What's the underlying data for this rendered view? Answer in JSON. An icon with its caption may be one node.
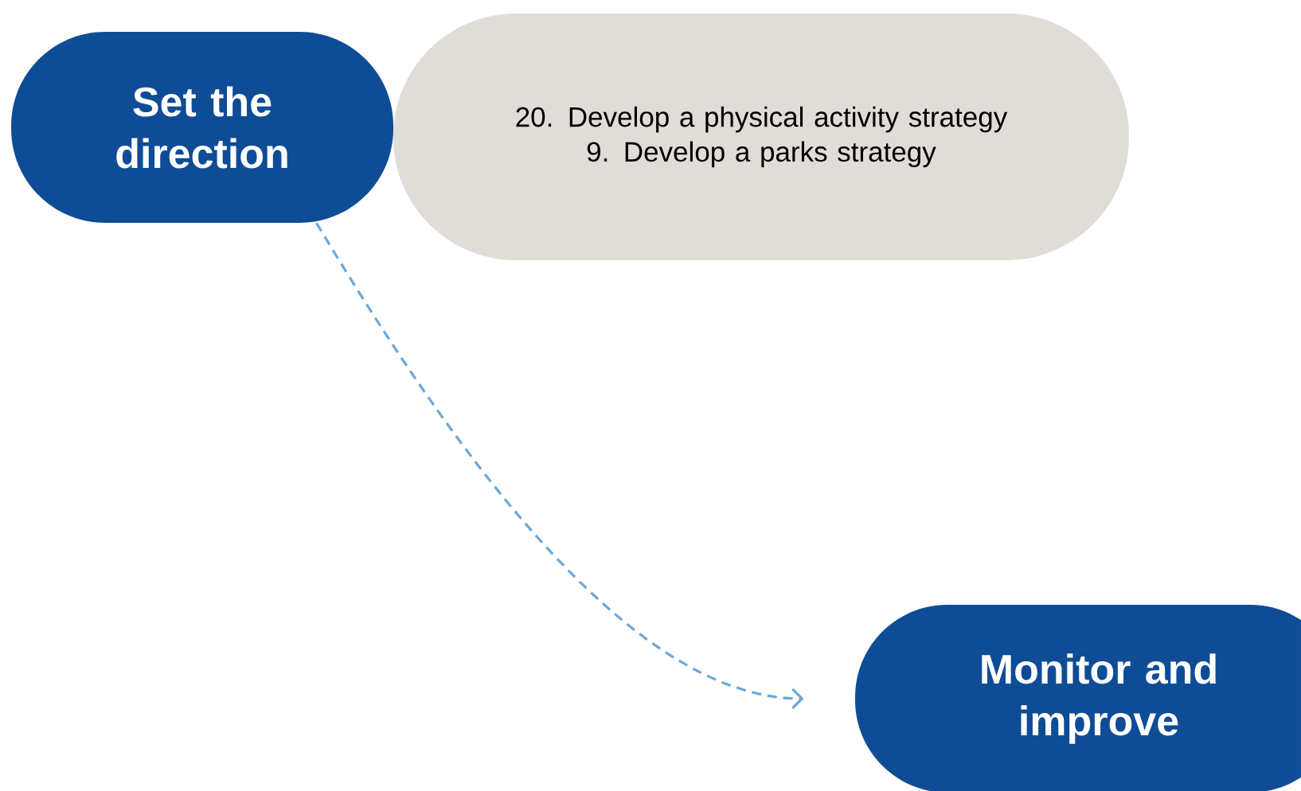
{
  "diagram": {
    "nodes": [
      {
        "text": [
          "Set the direction"
        ]
      },
      {
        "text": [
          "20. Develop a physical activity strategy",
          "9. Develop a parks strategy"
        ]
      },
      {
        "text": [
          "Monitor and improve"
        ]
      }
    ],
    "edges": [
      {
        "from": 0,
        "to": 2,
        "arrow": "to",
        "style": "dashed",
        "color": "#6aa8dc"
      }
    ]
  }
}
